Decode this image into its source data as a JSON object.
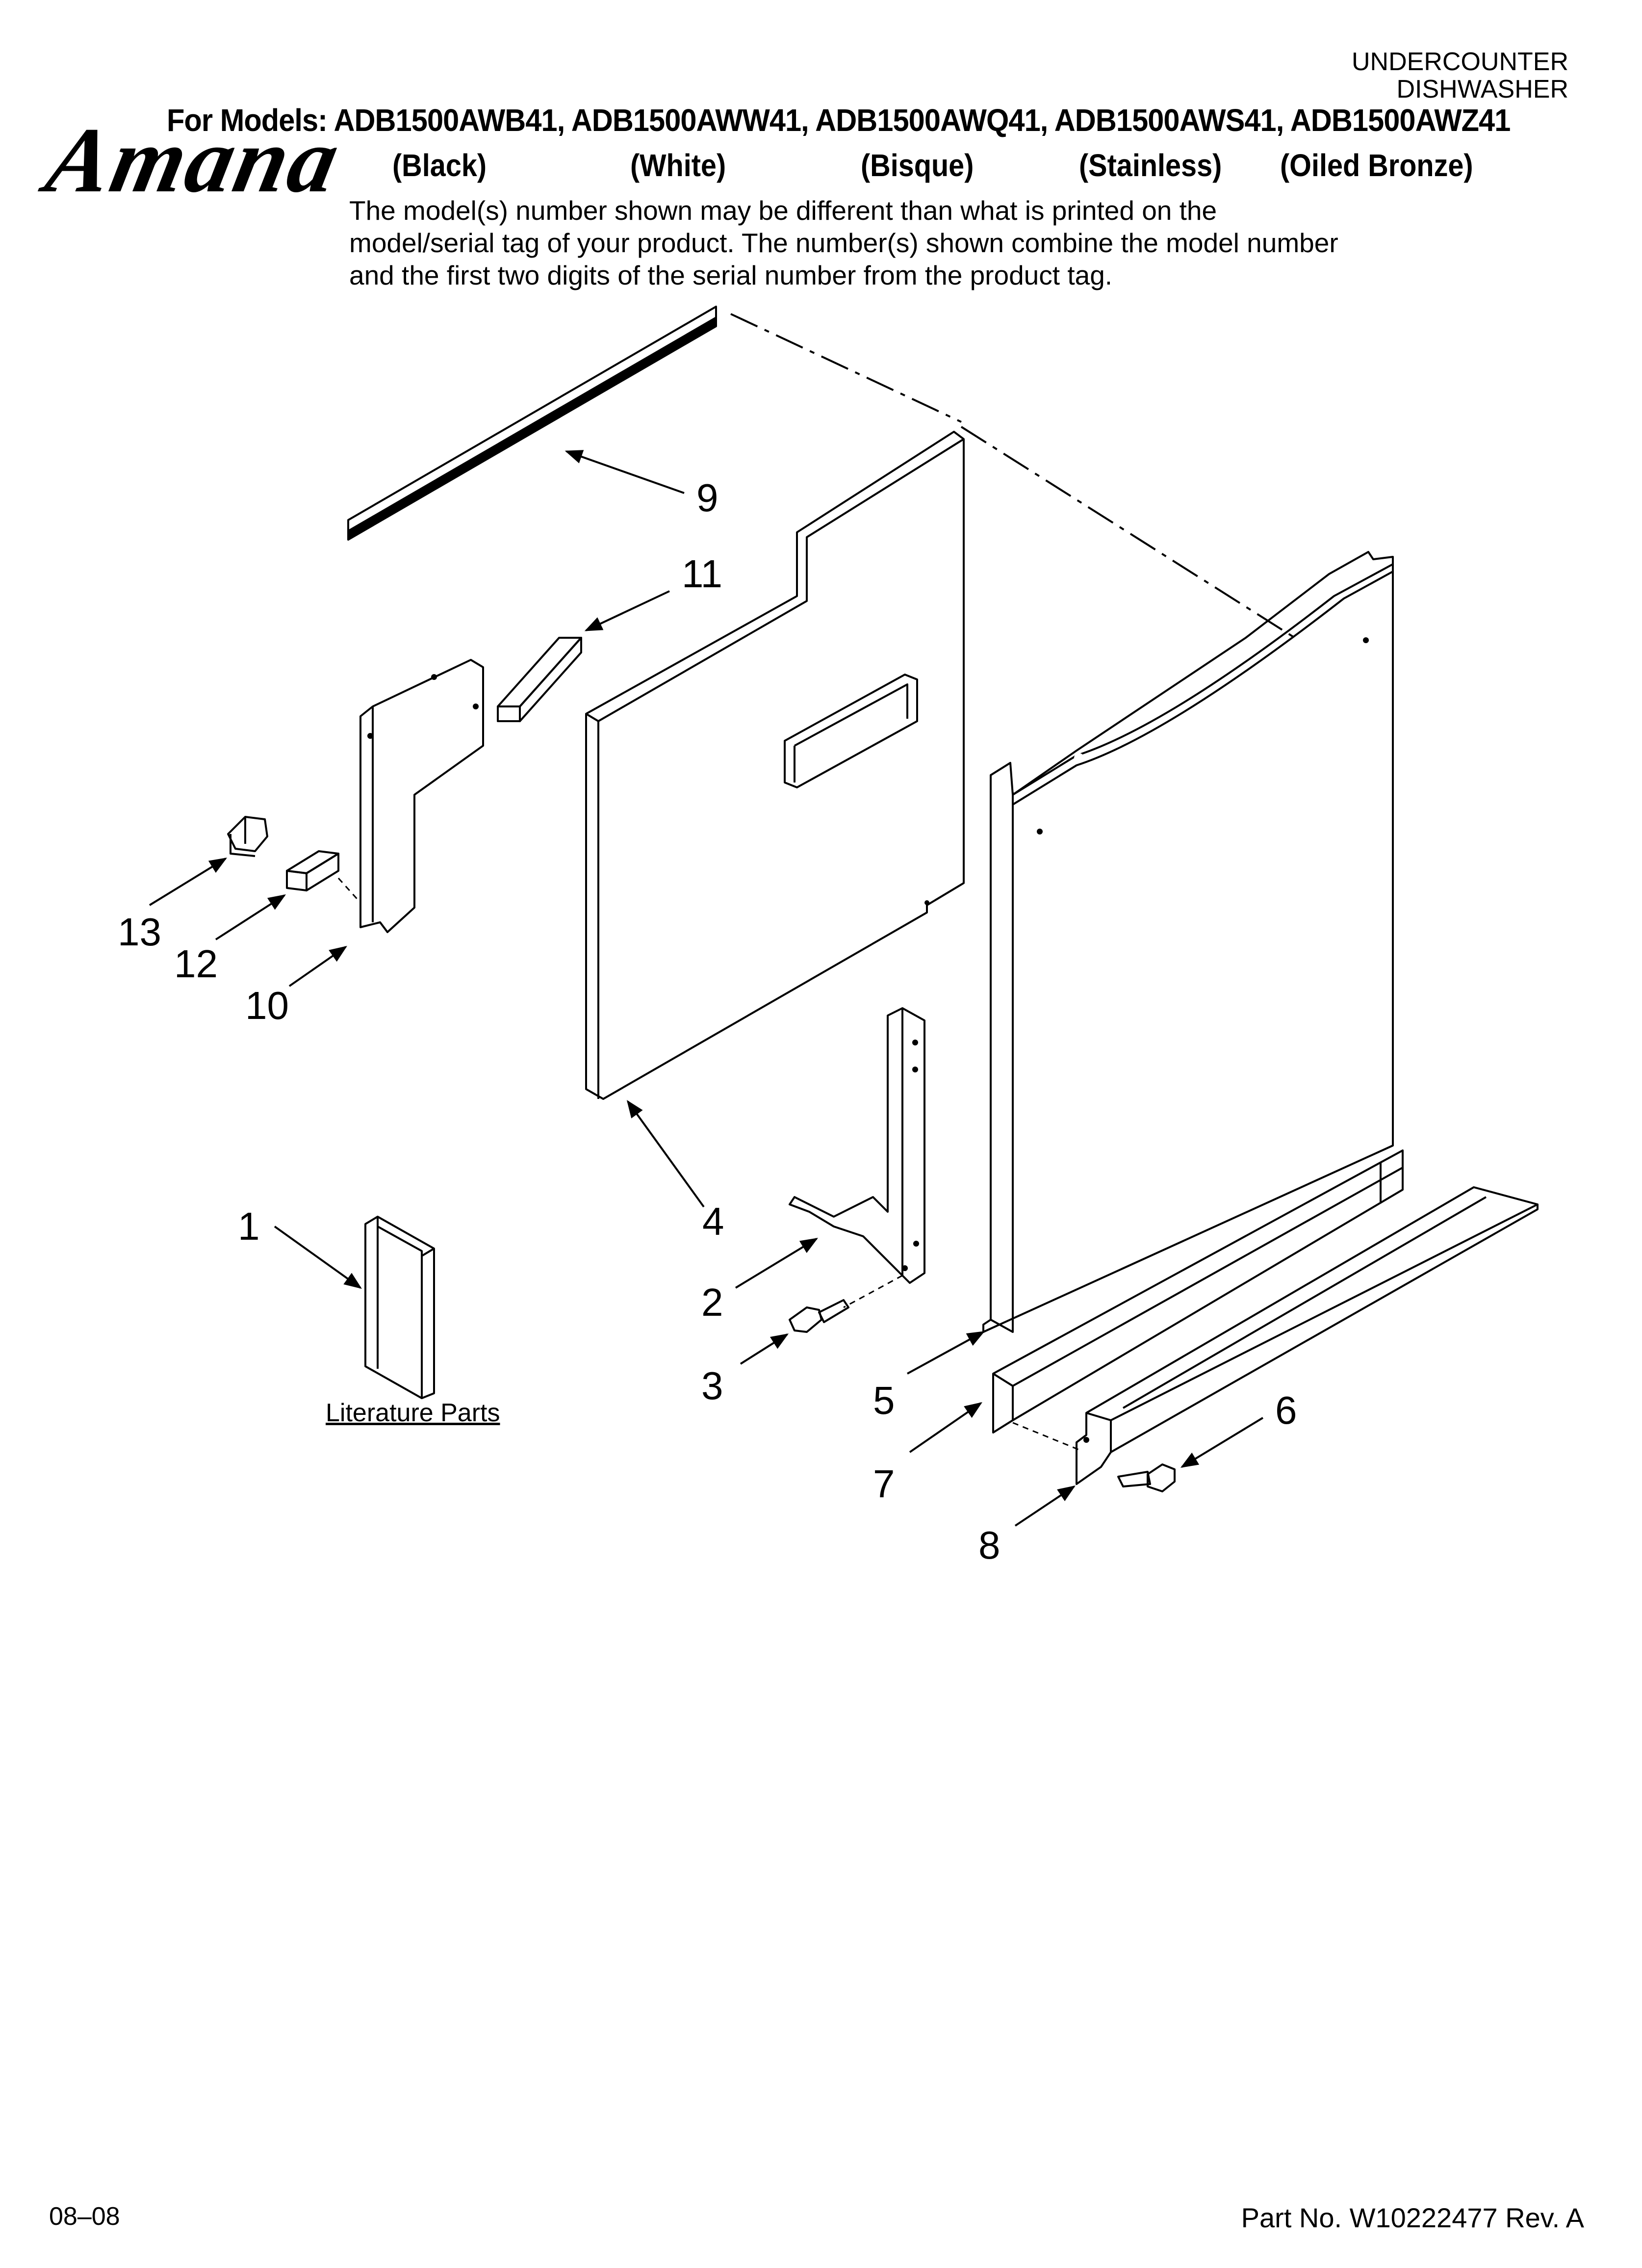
{
  "header": {
    "doc_type_line1": "UNDERCOUNTER",
    "doc_type_line2": "DISHWASHER",
    "brand": "Amana",
    "models_line": "For Models: ADB1500AWB41, ADB1500AWW41, ADB1500AWQ41, ADB1500AWS41, ADB1500AWZ41",
    "colors": [
      "(Black)",
      "(White)",
      "(Bisque)",
      "(Stainless)",
      "(Oiled Bronze)"
    ],
    "disclaimer": "The model(s) number shown may be different than what is printed on the model/serial tag of your product. The number(s) shown combine the model number and the first two digits of the serial number from the product tag."
  },
  "callouts": {
    "c1": "1",
    "c2": "2",
    "c3": "3",
    "c4": "4",
    "c5": "5",
    "c6": "6",
    "c7": "7",
    "c8": "8",
    "c9": "9",
    "c10": "10",
    "c11": "11",
    "c12": "12",
    "c13": "13"
  },
  "literature_label": "Literature Parts",
  "footer": {
    "date_code": "08–08",
    "part_number": "Part No. W10222477 Rev. A"
  },
  "colors": {
    "ink": "#000000",
    "paper": "#ffffff"
  }
}
